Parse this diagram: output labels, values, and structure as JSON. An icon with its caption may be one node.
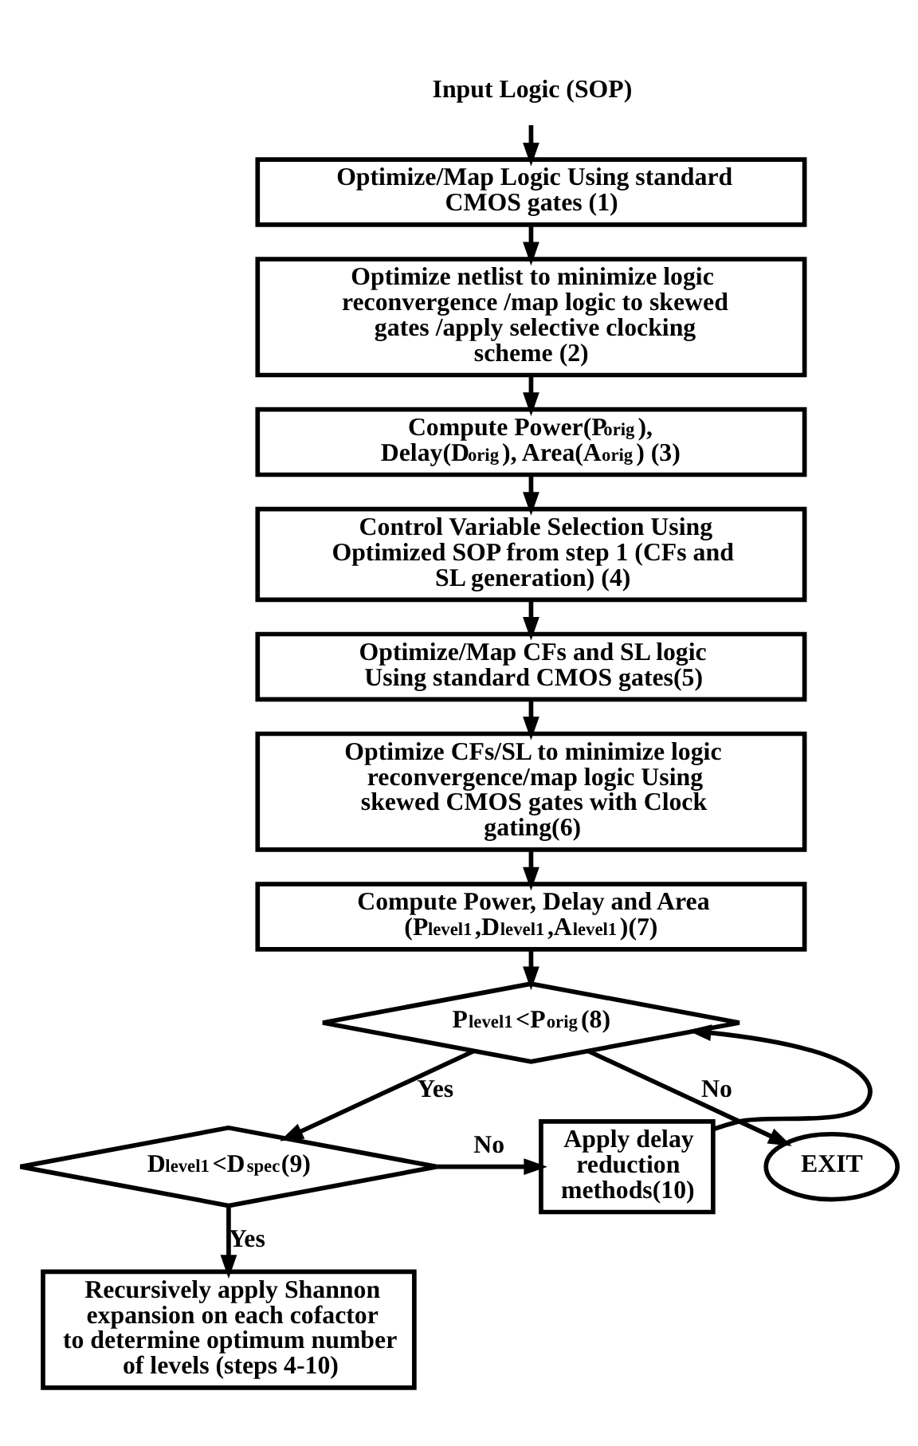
{
  "diagram": {
    "nodes": [
      {
        "text": [
          "Input Logic (SOP)"
        ]
      },
      {
        "text": [
          "Optimize/Map Logic Using standard CMOS gates (1)"
        ]
      },
      {
        "text": [
          "Optimize netlist to minimize logic reconvergence /map logic to skewed gates /apply selective clocking scheme (2)"
        ]
      },
      {
        "text": [
          "Compute Power(P$_{orig}$), Delay(D$_{orig}$), Area(A$_{orig}$) (3)"
        ]
      },
      {
        "text": [
          "Control Variable Selection Using Optimized SOP from step 1 (CFs and SL generation) (4)"
        ]
      },
      {
        "text": [
          "Optimize/Map CFs and SL logic Using standard CMOS gates(5)"
        ]
      },
      {
        "text": [
          "Optimize CFs/SL to minimize logic reconvergence/map logic Using skewed CMOS gates with Clock gating(6)"
        ]
      },
      {
        "text": [
          "Compute Power, Delay and Area (P$_{level1}$,D$_{level1}$,A$_{level1}$)(7)"
        ]
      },
      {
        "text": [
          "P$_{level1}$<P$_{orig}$(8)"
        ]
      },
      {
        "text": [
          "D$_{level1}$<D$_{spec}$(9)"
        ]
      },
      {
        "text": [
          "Apply delay reduction methods(10)"
        ]
      },
      {
        "text": [
          "Recursively apply Shannon expansion on each cofactor to determine optimum number of levels (steps 4-10)"
        ]
      },
      {
        "text": [
          "EXIT"
        ]
      }
    ],
    "edges": [
      {
        "from": 0,
        "to": 1,
        "arrow": "to"
      },
      {
        "from": 1,
        "to": 2,
        "arrow": "to"
      },
      {
        "from": 2,
        "to": 3,
        "arrow": "to"
      },
      {
        "from": 3,
        "to": 4,
        "arrow": "to"
      },
      {
        "from": 4,
        "to": 5,
        "arrow": "to"
      },
      {
        "from": 5,
        "to": 6,
        "arrow": "to"
      },
      {
        "from": 6,
        "to": 7,
        "arrow": "to"
      },
      {
        "from": 7,
        "to": 8,
        "arrow": "to"
      },
      {
        "from": 8,
        "to": 12,
        "label": "No",
        "arrow": "to"
      },
      {
        "from": 8,
        "to": 9,
        "label": "Yes",
        "arrow": "to"
      },
      {
        "from": 9,
        "to": 10,
        "label": "No",
        "arrow": "to"
      },
      {
        "from": 10,
        "to": 8,
        "arrow": "to"
      },
      {
        "from": 9,
        "to": 11,
        "label": "Yes",
        "arrow": "to"
      }
    ]
  }
}
